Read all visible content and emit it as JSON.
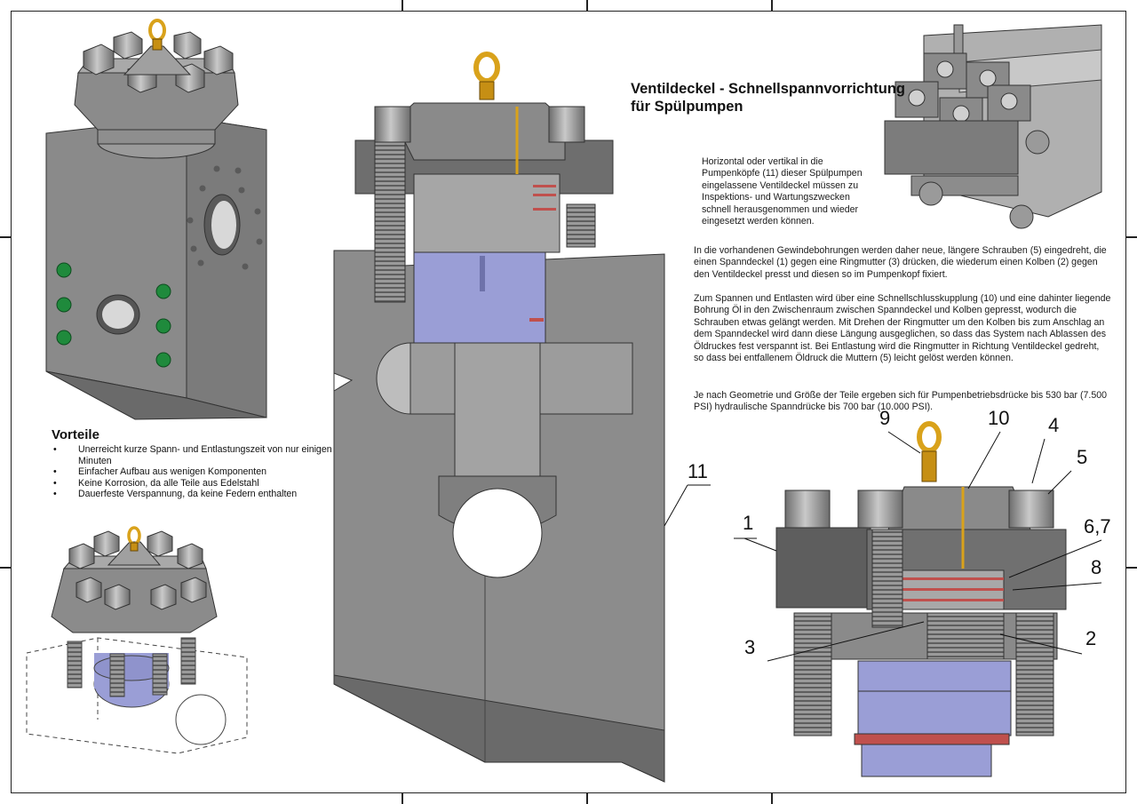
{
  "title": {
    "line1": "Ventildeckel - Schnellspannvorrichtung",
    "line2": "für Spülpumpen"
  },
  "paragraphs": [
    "Horizontal oder vertikal in die Pumpenköpfe (11) dieser Spülpumpen eingelassene Ventildeckel müssen zu Inspektions- und Wartungszwecken schnell herausgenommen und wieder eingesetzt werden können.",
    "In die vorhandenen Gewindebohrungen werden daher neue, längere Schrauben (5) eingedreht, die einen Spanndeckel (1) gegen eine Ringmutter (3) drücken, die wiederum einen Kolben (2) gegen den Ventildeckel presst und diesen so im Pumpenkopf fixiert.",
    "Zum Spannen und Entlasten wird über eine Schnellschlusskupplung (10) und eine dahinter liegende Bohrung Öl in den Zwischenraum zwischen Spanndeckel und Kolben gepresst, wodurch die Schrauben etwas gelängt werden. Mit Drehen der Ringmutter um den Kolben bis zum Anschlag an dem Spanndeckel wird dann diese Längung ausgeglichen, so dass das System nach Ablassen des Öldruckes fest verspannt ist. Bei Entlastung wird die Ringmutter in Richtung Ventildeckel gedreht, so dass bei entfallenem Öldruck die Muttern (5) leicht gelöst werden können.",
    "Je nach Geometrie und Größe der Teile ergeben sich für Pumpenbetriebsdrücke bis 530 bar (7.500 PSI) hydraulische Spanndrücke bis 700 bar (10.000 PSI)."
  ],
  "vorteile": {
    "heading": "Vorteile",
    "items": [
      "Unerreicht kurze Spann- und Entlastungszeit von nur einigen Minuten",
      "Einfacher Aufbau aus wenigen Komponenten",
      "Keine Korrosion, da alle Teile aus Edelstahl",
      "Dauerfeste Verspannung, da keine Federn enthalten"
    ]
  },
  "callouts": {
    "c1": "1",
    "c2": "2",
    "c3": "3",
    "c4": "4",
    "c5": "5",
    "c67": "6,7",
    "c8": "8",
    "c9": "9",
    "c10": "10",
    "c11": "11"
  },
  "colors": {
    "steel": "#8c8c8c",
    "steel_dark": "#6e6e6e",
    "steel_light": "#b4b4b4",
    "piston_blue": "#9a9ed6",
    "seal_red": "#c0504d",
    "brass": "#d9a21b",
    "hole_green": "#1f8a3c"
  }
}
